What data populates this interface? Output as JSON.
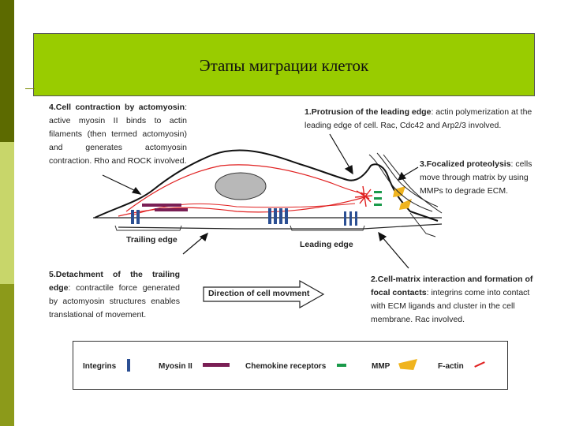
{
  "title": "Этапы миграции клеток",
  "colors": {
    "sidebar_dark": "#5c6a00",
    "sidebar_mid": "#8c9a1a",
    "sidebar_light": "#c8d66a",
    "title_bg": "#99cc00",
    "integrin": "#2b4f93",
    "myosin": "#7a1f55",
    "chemokine": "#1a9a4a",
    "mmp": "#f0b41e",
    "actin": "#e02020"
  },
  "step4": {
    "heading": "4.Cell contraction by actomyosin",
    "body": "active myosin II binds to actin filaments (then termed actomyosin) and generates actomyosin contraction. Rho and ROCK involved."
  },
  "step1": {
    "heading": "1.Protrusion of the leading edge",
    "body": "actin polymerization at the leading edge of cell. Rac, Cdc42 and Arp2/3 involved."
  },
  "step3": {
    "heading": "3.Focalized proteolysis",
    "body": "cells move through matrix by using MMPs to degrade ECM."
  },
  "step5": {
    "heading": "5.Detachment of the trailing edge",
    "body": "contractile force generated by actomyosin structures enables translational of movement."
  },
  "step2": {
    "heading": "2.Cell-matrix interaction and formation of focal contacts",
    "body": "integrins come into contact with ECM ligands and cluster in the cell membrane. Rac involved."
  },
  "labels": {
    "trailing_edge": "Trailing edge",
    "leading_edge": "Leading edge",
    "direction": "Direction of cell movment"
  },
  "legend": {
    "integrins": "Integrins",
    "myosin": "Myosin II",
    "chemokine": "Chemokine receptors",
    "mmp": "MMP",
    "factin": "F-actin"
  }
}
